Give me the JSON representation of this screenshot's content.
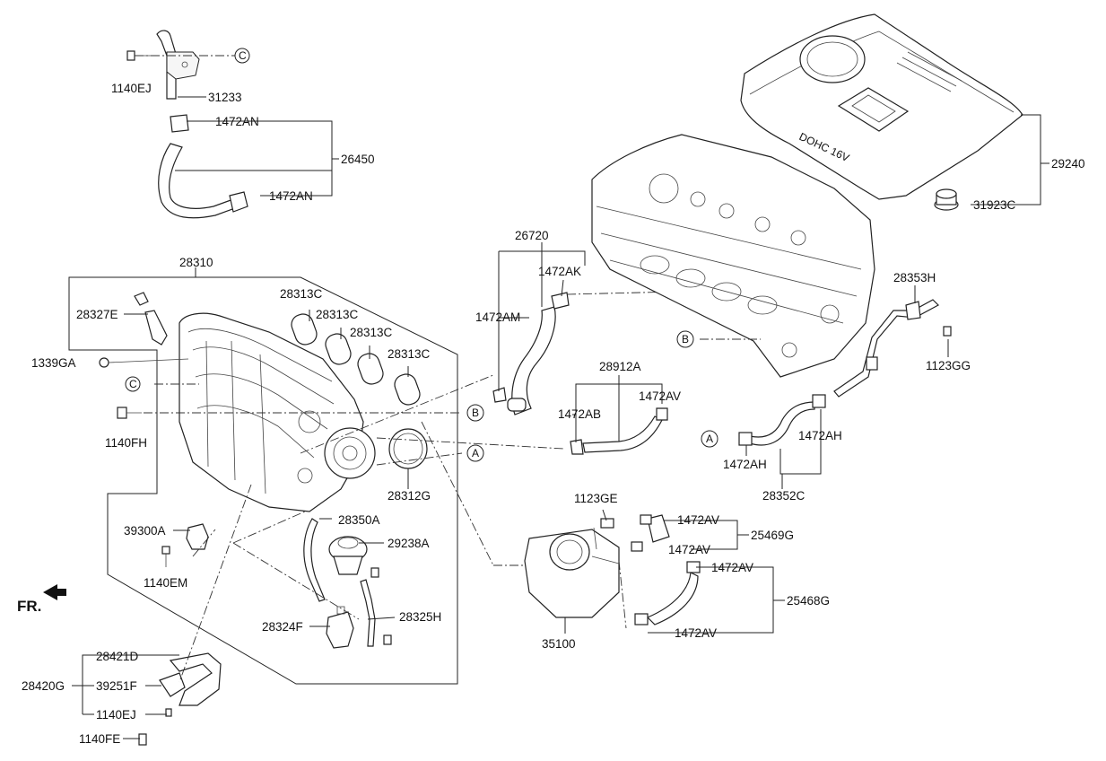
{
  "diagram": {
    "labels": {
      "l_1140EJ_top": "1140EJ",
      "l_31233": "31233",
      "l_1472AN_top": "1472AN",
      "l_26450": "26450",
      "l_1472AN_bot": "1472AN",
      "l_28310": "28310",
      "l_28327E": "28327E",
      "l_1339GA": "1339GA",
      "l_1140FH": "1140FH",
      "l_28313C_1": "28313C",
      "l_28313C_2": "28313C",
      "l_28313C_3": "28313C",
      "l_28313C_4": "28313C",
      "l_28312G": "28312G",
      "l_39300A": "39300A",
      "l_1140EM": "1140EM",
      "l_28350A": "28350A",
      "l_29238A": "29238A",
      "l_28324F": "28324F",
      "l_28325H": "28325H",
      "l_28421D": "28421D",
      "l_28420G": "28420G",
      "l_39251F": "39251F",
      "l_1140EJ_bot": "1140EJ",
      "l_1140FE": "1140FE",
      "l_26720": "26720",
      "l_1472AK": "1472AK",
      "l_1472AM": "1472AM",
      "l_28912A": "28912A",
      "l_1472AV_a": "1472AV",
      "l_1472AB": "1472AB",
      "l_1123GE": "1123GE",
      "l_1472AV_b": "1472AV",
      "l_1472AV_c": "1472AV",
      "l_25469G": "25469G",
      "l_1472AV_d": "1472AV",
      "l_25468G": "25468G",
      "l_1472AV_e": "1472AV",
      "l_35100": "35100",
      "l_29240": "29240",
      "l_31923C": "31923C",
      "l_28353H": "28353H",
      "l_1123GG": "1123GG",
      "l_1472AH_a": "1472AH",
      "l_1472AH_b": "1472AH",
      "l_28352C": "28352C",
      "fr": "FR.",
      "engine_cover_text": "DOHC 16V"
    },
    "connectors": {
      "c_top": "C",
      "c_left": "C",
      "b_left": "B",
      "a_left": "A",
      "b_right": "B",
      "a_right": "A"
    }
  }
}
